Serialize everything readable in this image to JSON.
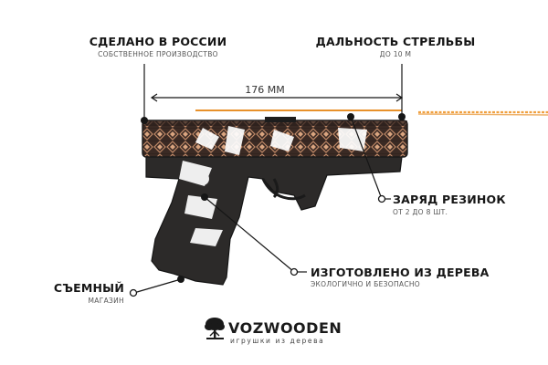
{
  "annotations": {
    "made_in_russia": {
      "title": "СДЕЛАНО В РОССИИ",
      "subtitle": "СОБСТВЕННОЕ ПРОИЗВОДСТВО"
    },
    "range": {
      "title": "ДАЛЬНОСТЬ СТРЕЛЬБЫ",
      "subtitle": "ДО 10 М"
    },
    "ammo": {
      "title": "ЗАРЯД РЕЗИНОК",
      "subtitle": "ОТ 2 ДО 8 ШТ."
    },
    "wood": {
      "title": "ИЗГОТОВЛЕНО ИЗ ДЕРЕВА",
      "subtitle": "ЭКОЛОГИЧНО И БЕЗОПАСНО"
    },
    "magazine": {
      "title": "СЪЕМНЫЙ",
      "subtitle": "МАГАЗИН"
    }
  },
  "dimension": {
    "label": "176 ММ"
  },
  "brand": {
    "name": "VOZWOODEN",
    "tagline": "игрушки из дерева"
  },
  "colors": {
    "accent": "#e8912a",
    "ink": "#161616",
    "copper": "#b87a52"
  },
  "icons": {
    "logo": "tree-icon"
  }
}
